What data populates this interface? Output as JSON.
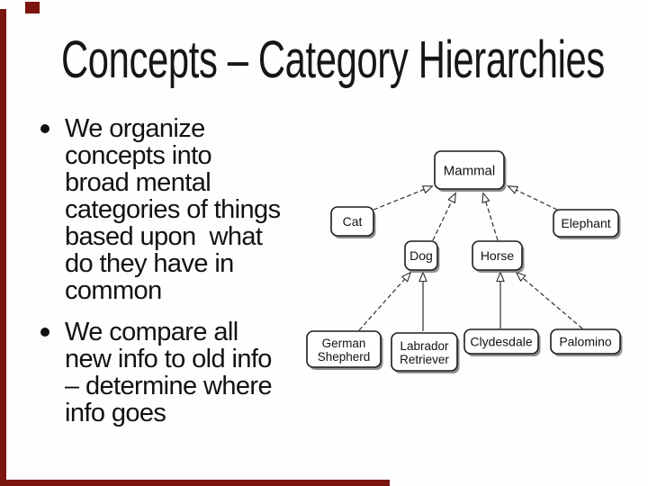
{
  "slide": {
    "title": "Concepts – Category Hierarchies",
    "bullets": [
      {
        "text": "We organize\nconcepts into\nbroad mental\ncategories of things\nbased upon  what\ndo they have in\ncommon"
      },
      {
        "text": "We compare all\nnew info to old info\n– determine where\ninfo goes"
      }
    ]
  },
  "diagram": {
    "nodes": [
      {
        "id": "mammal",
        "label": "Mammal"
      },
      {
        "id": "cat",
        "label": "Cat"
      },
      {
        "id": "elephant",
        "label": "Elephant"
      },
      {
        "id": "dog",
        "label": "Dog"
      },
      {
        "id": "horse",
        "label": "Horse"
      },
      {
        "id": "german-shepherd",
        "label": "German\nShepherd"
      },
      {
        "id": "labrador-retriever",
        "label": "Labrador\nRetriever"
      },
      {
        "id": "clydesdale",
        "label": "Clydesdale"
      },
      {
        "id": "palomino",
        "label": "Palomino"
      }
    ],
    "edges": [
      {
        "from": "cat",
        "to": "mammal"
      },
      {
        "from": "dog",
        "to": "mammal"
      },
      {
        "from": "horse",
        "to": "mammal"
      },
      {
        "from": "elephant",
        "to": "mammal"
      },
      {
        "from": "german-shepherd",
        "to": "dog"
      },
      {
        "from": "labrador-retriever",
        "to": "dog"
      },
      {
        "from": "clydesdale",
        "to": "horse"
      },
      {
        "from": "palomino",
        "to": "horse"
      }
    ]
  },
  "colors": {
    "accent_red": "#7b1510",
    "box_fill": "#ffffff",
    "box_border": "#1c1c1c",
    "box_shadow": "#8f8f8f",
    "line": "#2e2e2e",
    "text": "#121212"
  }
}
